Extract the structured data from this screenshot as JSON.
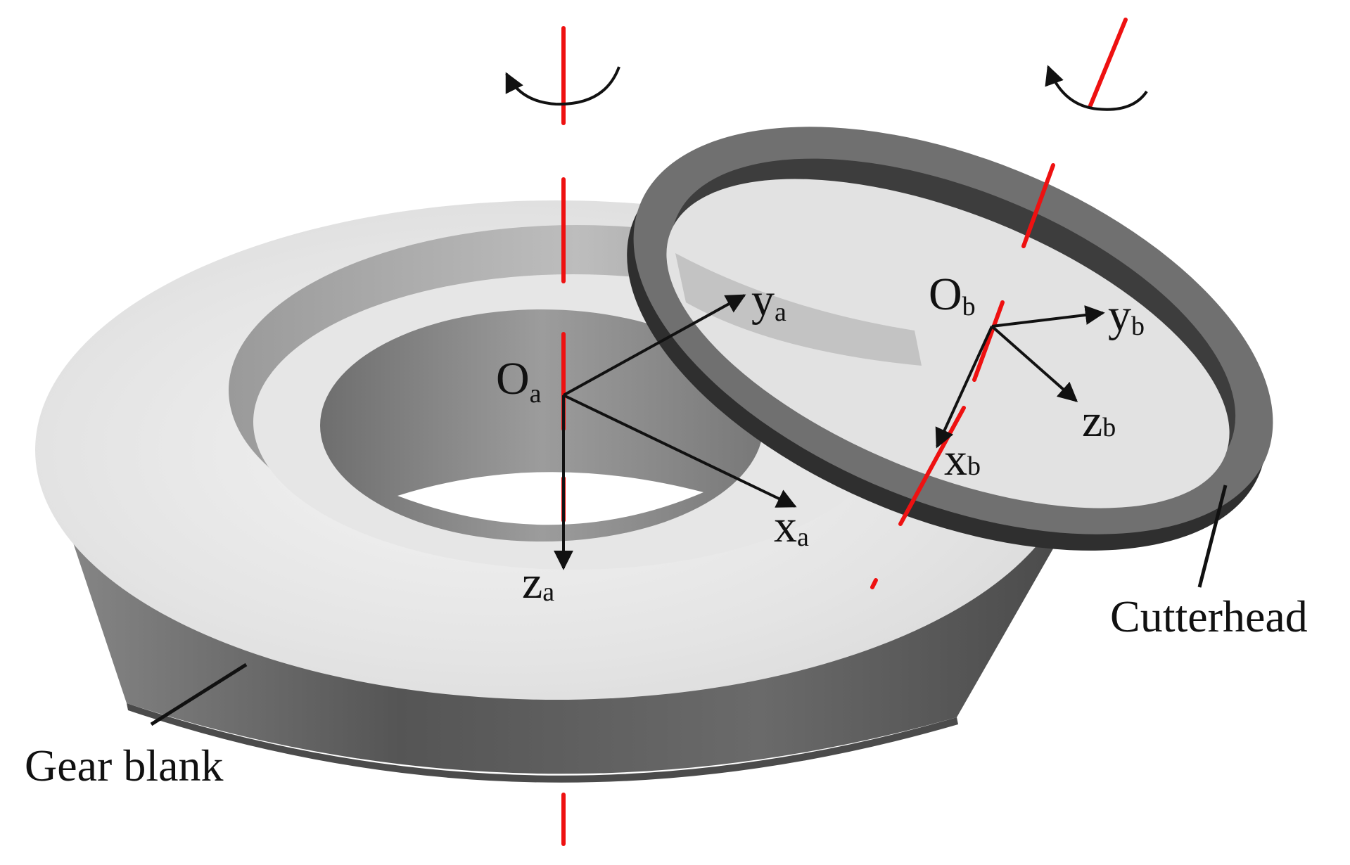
{
  "labels": {
    "origin_a": "O",
    "origin_a_sub": "a",
    "axis_ya": "y",
    "axis_ya_sub": "a",
    "axis_xa": "x",
    "axis_xa_sub": "a",
    "axis_za": "z",
    "axis_za_sub": "a",
    "origin_b": "O",
    "origin_b_sub": "b",
    "axis_yb": "y",
    "axis_yb_sub": "b",
    "axis_zb": "z",
    "axis_zb_sub": "b",
    "axis_xb": "x",
    "axis_xb_sub": "b",
    "gear_blank": "Gear blank",
    "cutterhead": "Cutterhead"
  },
  "colors": {
    "axis_line": "#ee1111",
    "arrow": "#111111",
    "blank_top": "#e3e3e3",
    "blank_side": "#5a5a5a",
    "ring_face": "#6f6f6f",
    "ring_side": "#3c3c3c"
  }
}
